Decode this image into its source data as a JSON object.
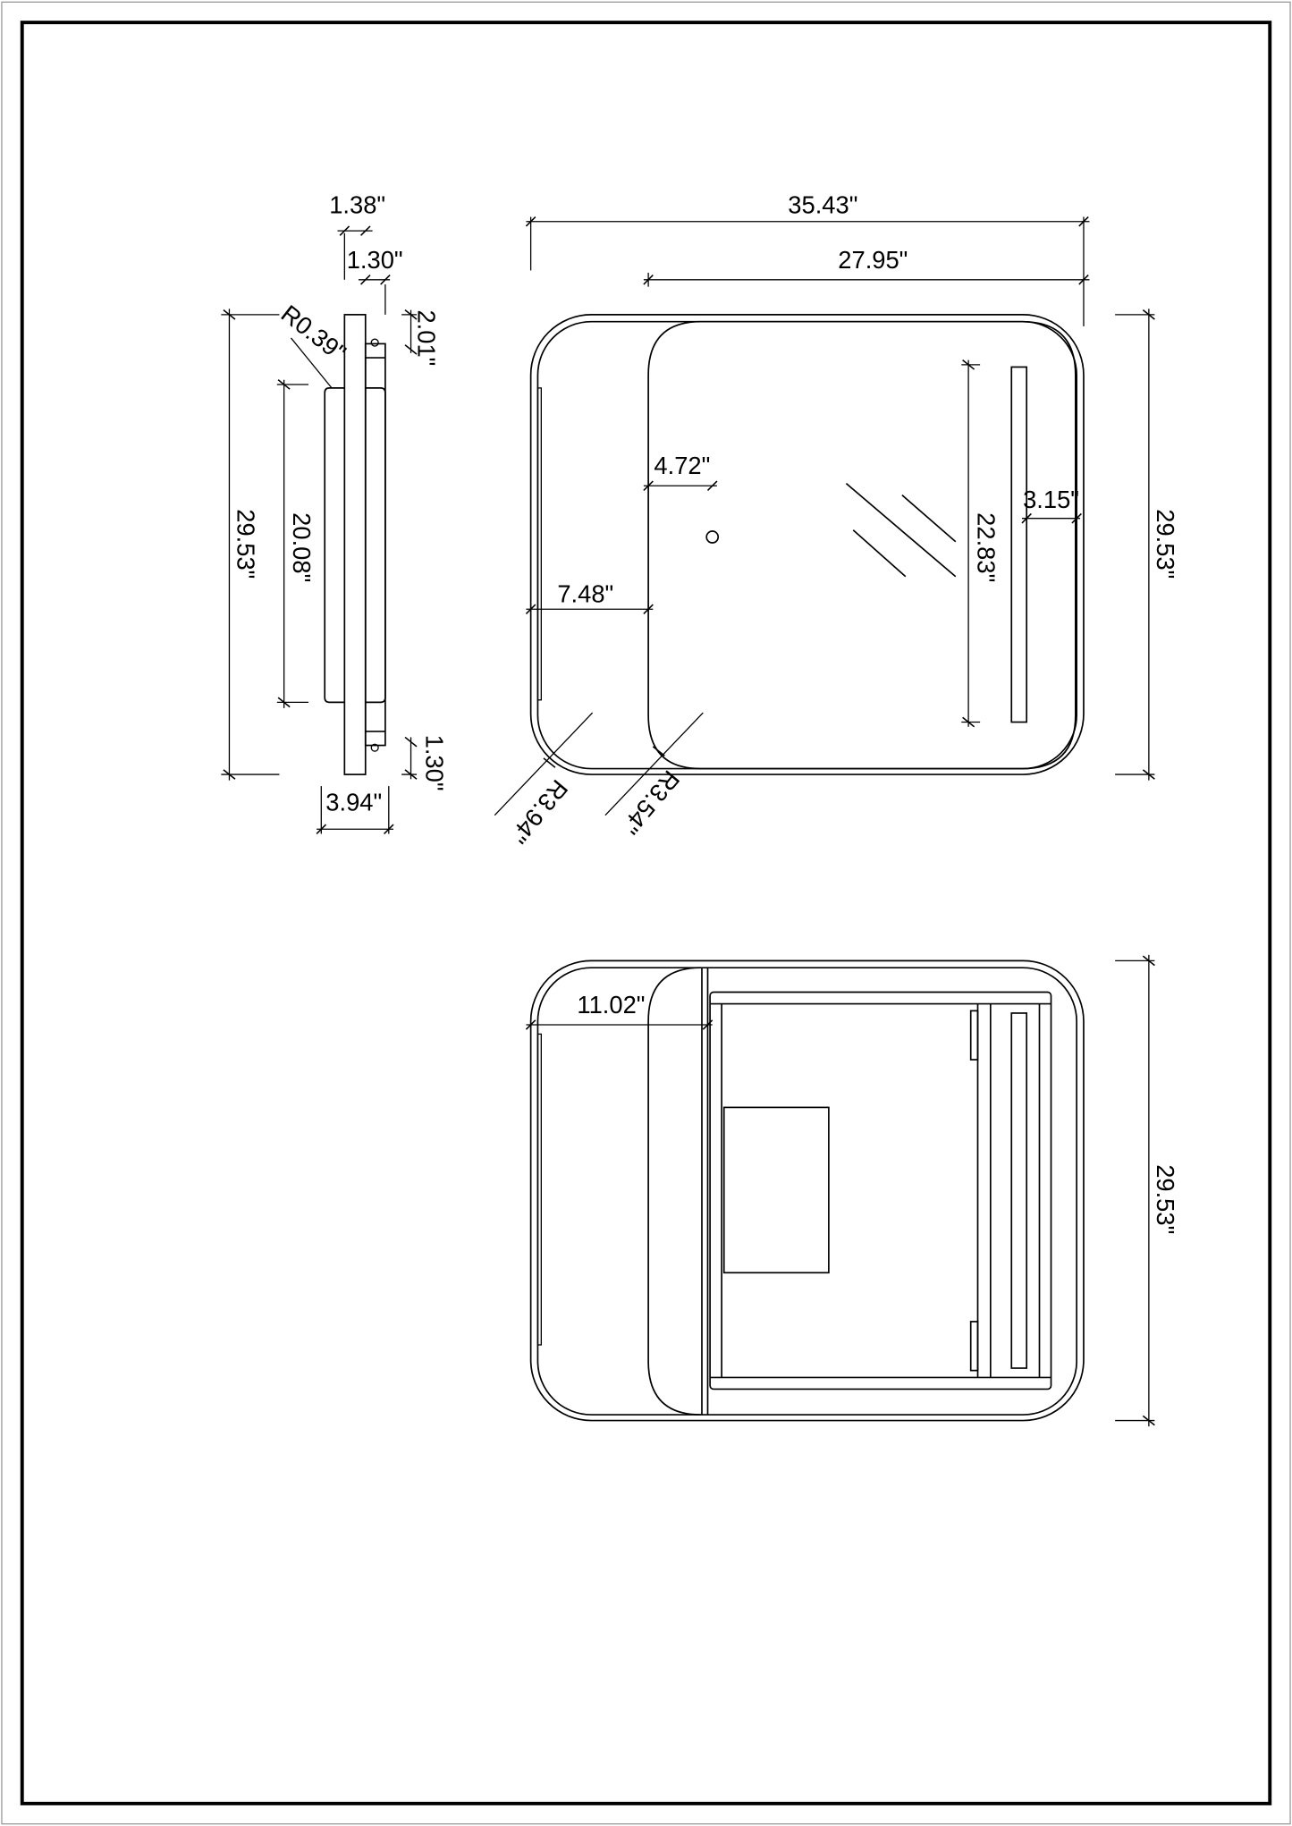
{
  "drawing": {
    "side_view": {
      "overall_height": "29.53\"",
      "mirror_height": "20.08\"",
      "corner_radius": "R0.39\"",
      "depth_a": "1.38\"",
      "depth_b": "1.30\"",
      "top_offset": "2.01\"",
      "bottom_offset": "1.30\"",
      "total_depth": "3.94\""
    },
    "front_view": {
      "overall_width": "35.43\"",
      "door_width": "27.95\"",
      "overall_height": "29.53\"",
      "led_height": "22.83\"",
      "led_offset": "3.15\"",
      "sensor_offset": "4.72\"",
      "side_panel_width": "7.48\"",
      "outer_radius": "R3.94\"",
      "door_radius": "R3.54\""
    },
    "open_view": {
      "side_width": "11.02\"",
      "overall_height": "29.53\""
    }
  },
  "colors": {
    "line": "#000000",
    "background": "#ffffff",
    "outer_frame": "#9a9a9a"
  }
}
